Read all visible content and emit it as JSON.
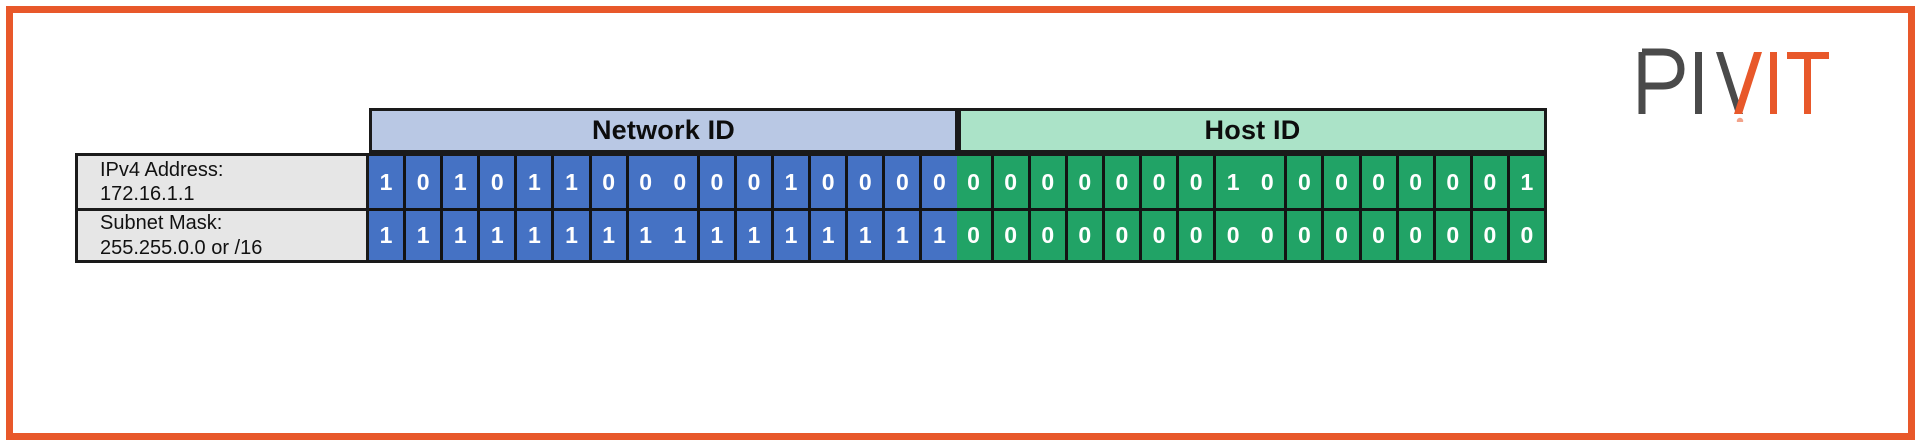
{
  "frame": {
    "border_color": "#E8582A"
  },
  "logo": {
    "name": "PIVIT",
    "part_dark": "PIV",
    "slash": "/",
    "part_orange": "IT",
    "dark_color": "#4a4a4a",
    "orange_color": "#E8582A"
  },
  "headers": [
    {
      "label": "Network ID",
      "color": "#b9c8e4"
    },
    {
      "label": "Host ID",
      "color": "#abe3c8"
    }
  ],
  "rows": [
    {
      "label_line1": "IPv4 Address:",
      "label_line2": "172.16.1.1",
      "octets": [
        {
          "bits": [
            "1",
            "0",
            "1",
            "0",
            "1",
            "1",
            "0",
            "0"
          ],
          "part": "network",
          "decimal": 172
        },
        {
          "bits": [
            "0",
            "0",
            "0",
            "1",
            "0",
            "0",
            "0",
            "0"
          ],
          "part": "network",
          "decimal": 16
        },
        {
          "bits": [
            "0",
            "0",
            "0",
            "0",
            "0",
            "0",
            "0",
            "1"
          ],
          "part": "host",
          "decimal": 1
        },
        {
          "bits": [
            "0",
            "0",
            "0",
            "0",
            "0",
            "0",
            "0",
            "1"
          ],
          "part": "host",
          "decimal": 1
        }
      ]
    },
    {
      "label_line1": "Subnet Mask:",
      "label_line2": "255.255.0.0 or /16",
      "octets": [
        {
          "bits": [
            "1",
            "1",
            "1",
            "1",
            "1",
            "1",
            "1",
            "1"
          ],
          "part": "network",
          "decimal": 255
        },
        {
          "bits": [
            "1",
            "1",
            "1",
            "1",
            "1",
            "1",
            "1",
            "1"
          ],
          "part": "network",
          "decimal": 255
        },
        {
          "bits": [
            "0",
            "0",
            "0",
            "0",
            "0",
            "0",
            "0",
            "0"
          ],
          "part": "host",
          "decimal": 0
        },
        {
          "bits": [
            "0",
            "0",
            "0",
            "0",
            "0",
            "0",
            "0",
            "0"
          ],
          "part": "host",
          "decimal": 0
        }
      ]
    }
  ],
  "colors": {
    "network_bit": "#4572c4",
    "host_bit": "#21a366",
    "label_bg": "#e6e6e6",
    "grid": "#131313"
  }
}
